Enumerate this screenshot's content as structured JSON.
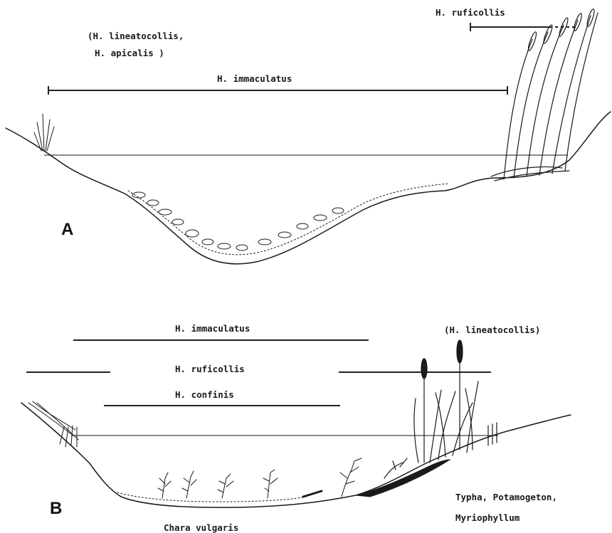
{
  "panel_a": {
    "letter": "A",
    "label_lineatocollis": "(H. lineatocollis,",
    "label_apicalis": "H. apicalis )",
    "label_immaculatus": "H. immaculatus",
    "label_ruficollis": "H. ruficollis"
  },
  "panel_b": {
    "letter": "B",
    "label_immaculatus": "H. immaculatus",
    "label_ruficollis": "H. ruficollis",
    "label_confinis": "H. confinis",
    "label_lineatocollis": "(H. lineatocollis)",
    "label_chara": "Chara vulgaris",
    "label_typha": "Typha, Potamogeton,",
    "label_myriophyllum": "Myriophyllum"
  },
  "colors": {
    "ink": "#1a1a1a",
    "background": "#ffffff"
  }
}
